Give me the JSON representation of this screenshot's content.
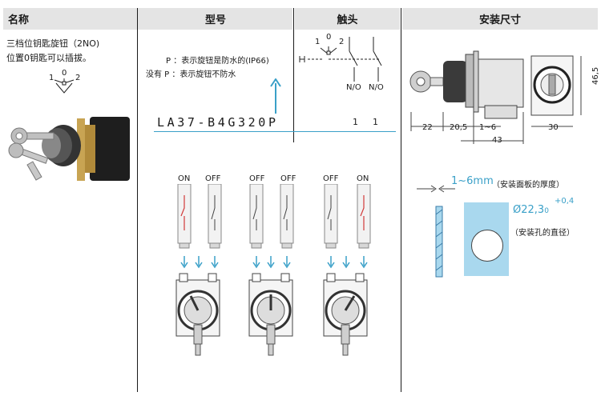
{
  "headers": {
    "name": "名称",
    "model": "型号",
    "contacts": "触头",
    "dimensions": "安装尺寸"
  },
  "name_col": {
    "desc_line1": "三档位钥匙旋钮（2NO)",
    "desc_line2": "位置0钥匙可以插拔。",
    "pos_left": "1",
    "pos_mid": "0",
    "pos_right": "2"
  },
  "model_col": {
    "note1": "P ：表示旋钮是防水的(IP66)",
    "note2": "没有 P ：表示旋钮不防水",
    "part_number": "LA37-B4G320P"
  },
  "contacts_col": {
    "sym_1": "1",
    "sym_0": "0",
    "sym_2": "2",
    "no_1": "N/O",
    "no_2": "N/O",
    "count_1": "1",
    "count_2": "1"
  },
  "dim_col": {
    "d22": "22",
    "d205": "20,5",
    "d16": "1~6",
    "d43": "43",
    "d30": "30",
    "d465": "46,5",
    "panel_range": "1~6mm",
    "panel_note": "（安装面板的厚度）",
    "hole_dia": "Ø22,3",
    "hole_tol_low": "0",
    "hole_tol_high": "+0,4",
    "hole_note": "（安装孔的直径）"
  },
  "states": [
    {
      "left": "ON",
      "right": "OFF"
    },
    {
      "left": "OFF",
      "right": "OFF"
    },
    {
      "left": "OFF",
      "right": "ON"
    }
  ],
  "colors": {
    "header_bg": "#e4e4e4",
    "accent_blue": "#3aa0c8",
    "contact_red": "#d23a3a",
    "panel_blue": "#a9d8ee"
  }
}
